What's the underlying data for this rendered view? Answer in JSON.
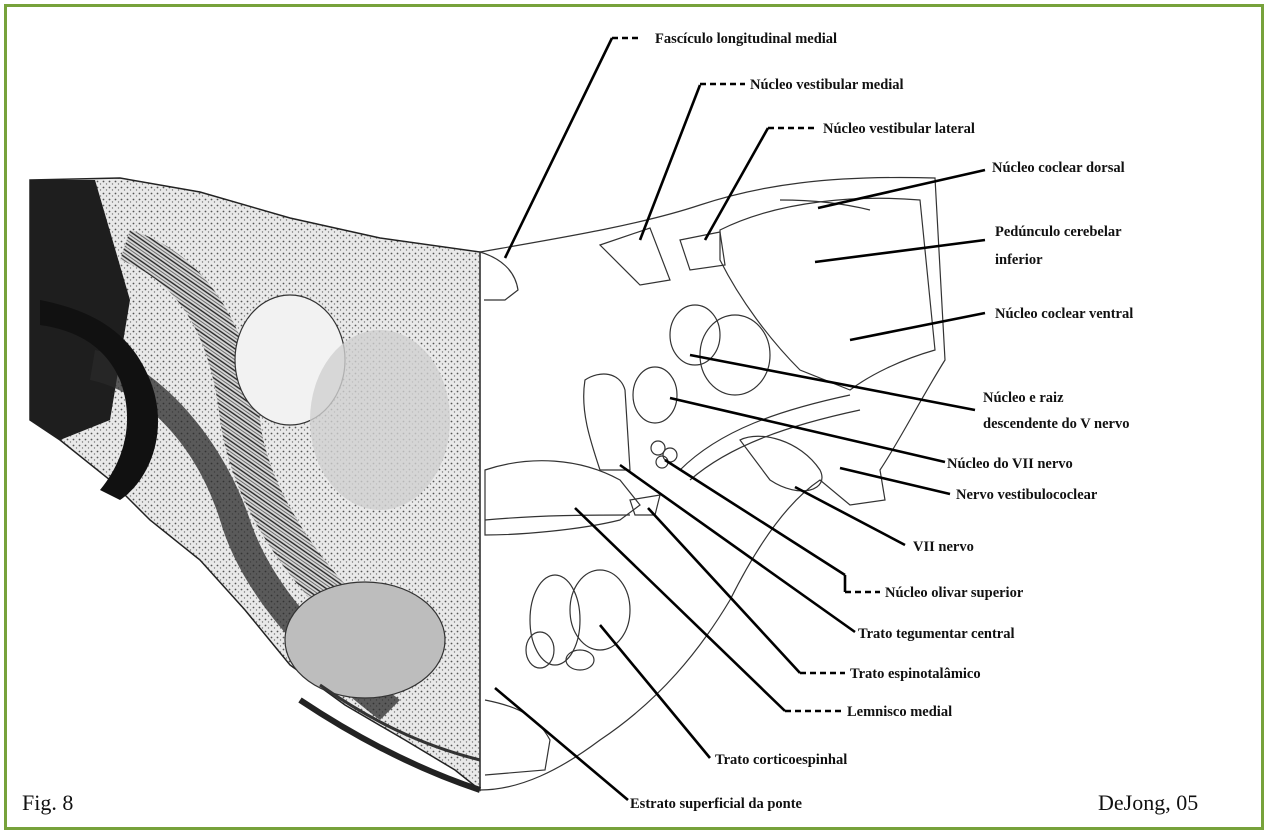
{
  "figure": {
    "number_label": "Fig. 8",
    "source_label": "DeJong, 05",
    "border_color": "#77a23b"
  },
  "labels": {
    "fasciculo_longitudinal_medial": "Fascículo longitudinal medial",
    "nucleo_vestibular_medial": "Núcleo vestibular medial",
    "nucleo_vestibular_lateral": "Núcleo vestibular lateral",
    "nucleo_coclear_dorsal": "Núcleo coclear dorsal",
    "pedunculo_cerebelar_1": "Pedúnculo cerebelar",
    "pedunculo_cerebelar_2": "inferior",
    "nucleo_coclear_ventral": "Núcleo coclear ventral",
    "nucleo_raiz_v_1": "Núcleo e raiz",
    "nucleo_raiz_v_2": "descendente do V nervo",
    "nucleo_vii": "Núcleo do VII nervo",
    "nervo_vestibulococlear": "Nervo vestibulococlear",
    "vii_nervo": "VII nervo",
    "nucleo_olivar_superior": "Núcleo olivar superior",
    "trato_tegmentar_central": "Trato tegumentar central",
    "trato_espinotalamico": "Trato espinotalâmico",
    "lemnisco_medial": "Lemnisco medial",
    "trato_corticoespinhal": "Trato corticoespinhal",
    "estrato_superficial": "Estrato superficial da ponte"
  }
}
